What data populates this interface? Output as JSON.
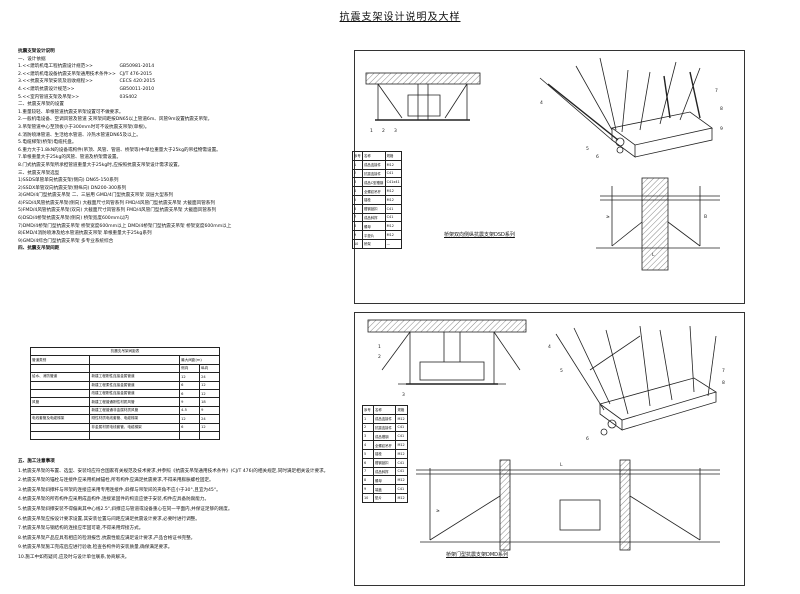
{
  "page": {
    "title": "抗震支架设计说明及大样"
  },
  "left_column": {
    "heading": "抗震支架设计说明",
    "section1": "一、设计依据",
    "refs": [
      {
        "name": "1.<<建筑机电工程抗震设计规范>>",
        "code": "GB50981-2014"
      },
      {
        "name": "2.<<建筑机电设备抗震支吊架通用技术条件>>",
        "code": "CJ/T 476-2015"
      },
      {
        "name": "3.<<抗震支吊架安装及验收规程>>",
        "code": "CECS 420:2015"
      },
      {
        "name": "4.<<建筑抗震设计规范>>",
        "code": "GB50011-2010"
      },
      {
        "name": "5.<<室内管道支架及吊架>>",
        "code": "03S402"
      }
    ],
    "section2": "二、抗震支吊架的设置",
    "section2_lines": [
      "1.重量较轻、单根管道抗震支吊架设置可不做要求。",
      "2.一般机电设备、空调风管及管道 支吊架间距按DN65以上管道6m、风管9m设置抗震支吊架。",
      "3.吊架管道中心至顶板小于300mm时可不设抗震支吊架(单根)。",
      "4.消防喷淋管道、生活给水管道、冷热水管道DN65及以上。",
      "5.电缆梯架(桥架)电缆托盘。",
      "6.重力大于1.8kN的设备或构件(吊顶、风管、管道、桥架等)中单位重量大于25kg的吊挂物需设置。",
      "7.单根重量大于25kg的风管、管道及桥架需设置。",
      "8.门式抗震支吊架所承担管道重量大于25kg时,应按照抗震支吊架设计需求设置。"
    ],
    "section3": "三、抗震支吊架选型",
    "types": [
      "1)SSDS单管单向抗震支架(侧向)        DN65-150系列",
      "2)SSDX单管双向抗震支架(侧纵向)       DN200-300系列",
      "3)GMD/4门型抗震支吊架        二、三层用        GMD/4门型抗震支吊架    双层大型系列",
      "4)FSD/4风管抗震支吊架(侧向)   大截面尺寸风管系列    FMD/4风管门型抗震支吊架    大截面风管系列",
      "5)FMD/4风管抗震支吊架(双向)   大截面尺寸风管系列    FMD/4风管门型抗震支吊架    大截面风管系列",
      "6)DSD/4桥架抗震支吊架(侧向)   桥架宽度600mm以内",
      "7)DMD/4桥架门型抗震支吊架    桥架宽度600mm以上    DMD/4桥架门型抗震支吊架   桥架宽度600mm以上",
      "8)EMD/4消防喷淋及给水管道抗震支吊架    单根重量大于25kg系列",
      "9)GMD/4综合门型抗震支吊架    多专业系统综合"
    ],
    "section4": "四、抗震支吊架间距",
    "table_title": "抗震支吊架间距表",
    "table_rows": [
      [
        "管道类别",
        "",
        "最大间距(m)",
        ""
      ],
      [
        "",
        "",
        "侧向",
        "纵向"
      ],
      [
        "给水、消防管道",
        "新建工程刚性连接金属管道",
        "12",
        "24"
      ],
      [
        "",
        "新建工程柔性连接金属管道",
        "6",
        "12"
      ],
      [
        "",
        "改建工程刚性连接金属管道",
        "6",
        "12"
      ],
      [
        "风管",
        "新建工程普通刚性材质风管",
        "9",
        "18"
      ],
      [
        "",
        "新建工程普通非金属材质风管",
        "4.5",
        "9"
      ],
      [
        "电线套管及电缆梯架",
        "刚性材质电线套管、电缆梯架",
        "12",
        "24"
      ],
      [
        "",
        "非金属材质电线套管、电缆梯架",
        "6",
        "12"
      ],
      [
        "",
        "",
        "",
        ""
      ]
    ]
  },
  "notes": {
    "heading": "五、施工注意事项",
    "lines": [
      "1.抗震支吊架的布置、选型、安装均应符合国家有关规范及技术要求,并参照《抗震支吊架通用技术条件》(CJ/T 476)的相关规定,同时满足相关设计要求。",
      "2.抗震支吊架的锚栓与连接件应采用机械锚栓,所有构件应满足抗震要求,不得采用膨胀螺栓固定。",
      "3.抗震支吊架斜撑杆与吊架的连接应采用专用连接件,斜撑与吊架间的夹角不应小于30°,且宜为45°。",
      "4.抗震支吊架的所有构件应采用成品构件,连接紧固件的构造应便于安装,构件应具备防腐能力。",
      "5.抗震支吊架斜撑安装不得偏离其中心线2.5°,斜撑应与管道或设备重心在同一平面内,并保证足够的刚度。",
      "6.抗震支吊架应按设计要求设置,其安装位置与间距应满足抗震设计要求,必要时进行调整。",
      "7.抗震支吊架与钢结构的连接应牢固可靠,不得采用焊接方式。",
      "8.抗震支吊架产品应具有相应的检测报告,抗震性能应满足设计要求,产品合格证书完整。",
      "9.抗震支吊架施工完成后应进行验收,检查各构件的安装质量,确保满足要求。",
      "10.施工中如有疑问,应及时与设计单位联系,协商解决。"
    ]
  },
  "top_panel": {
    "caption": "桥架双向侧纵抗震支架DSD系列",
    "table_header": [
      "序号",
      "名称",
      "规格"
    ],
    "rows": [
      [
        "1",
        "成品连接件",
        "M12"
      ],
      [
        "2",
        "抗震连接件",
        "C41"
      ],
      [
        "3",
        "成品C型槽钢",
        "C41x41"
      ],
      [
        "4",
        "全螺纹吊杆",
        "M12"
      ],
      [
        "5",
        "锚栓",
        "M12"
      ],
      [
        "6",
        "槽钢锁扣",
        "C41"
      ],
      [
        "7",
        "成品斜撑",
        "C41"
      ],
      [
        "8",
        "螺母",
        "M12"
      ],
      [
        "9",
        "平垫片",
        "M12"
      ],
      [
        "10",
        "桥架",
        "—"
      ]
    ],
    "callouts": [
      "1",
      "2",
      "3",
      "4",
      "5",
      "6",
      "7",
      "8",
      "9"
    ],
    "dims": [
      "≥",
      "L",
      "B"
    ]
  },
  "bottom_panel": {
    "caption": "桥架门型抗震支架DMD系列",
    "table_header": [
      "序号",
      "名称",
      "规格"
    ],
    "rows": [
      [
        "1",
        "成品连接件",
        "M12"
      ],
      [
        "2",
        "抗震连接件",
        "C41"
      ],
      [
        "3",
        "成品槽钢",
        "C41"
      ],
      [
        "4",
        "全螺纹吊杆",
        "M12"
      ],
      [
        "5",
        "锚栓",
        "M12"
      ],
      [
        "6",
        "槽钢锁扣",
        "C41"
      ],
      [
        "7",
        "成品斜撑",
        "C41"
      ],
      [
        "8",
        "螺母",
        "M12"
      ],
      [
        "9",
        "端盖",
        "C41"
      ],
      [
        "10",
        "垫片",
        "M12"
      ]
    ],
    "callouts": [
      "1",
      "2",
      "3",
      "4",
      "5",
      "6",
      "7",
      "8"
    ],
    "dims": [
      "L",
      "≥"
    ]
  }
}
